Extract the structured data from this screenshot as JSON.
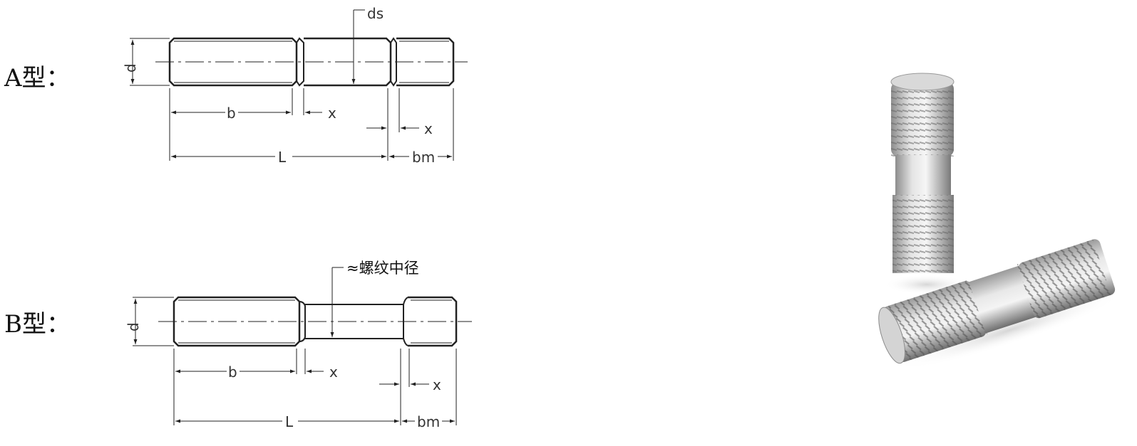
{
  "drawings": [
    {
      "type_label": "A型：",
      "dimensions": {
        "diameter": "d",
        "shank_diameter": "ds",
        "thread_length": "b",
        "runout_1": "x",
        "runout_2": "x",
        "length": "L",
        "metal_end_length": "bm"
      }
    },
    {
      "type_label": "B型：",
      "dimensions": {
        "diameter": "d",
        "shank_note": "≈螺纹中径",
        "thread_length": "b",
        "runout_1": "x",
        "runout_2": "x",
        "length": "L",
        "metal_end_length": "bm"
      }
    }
  ],
  "photo": {
    "subject": "two stainless steel double-end studs",
    "background": "#ffffff"
  }
}
